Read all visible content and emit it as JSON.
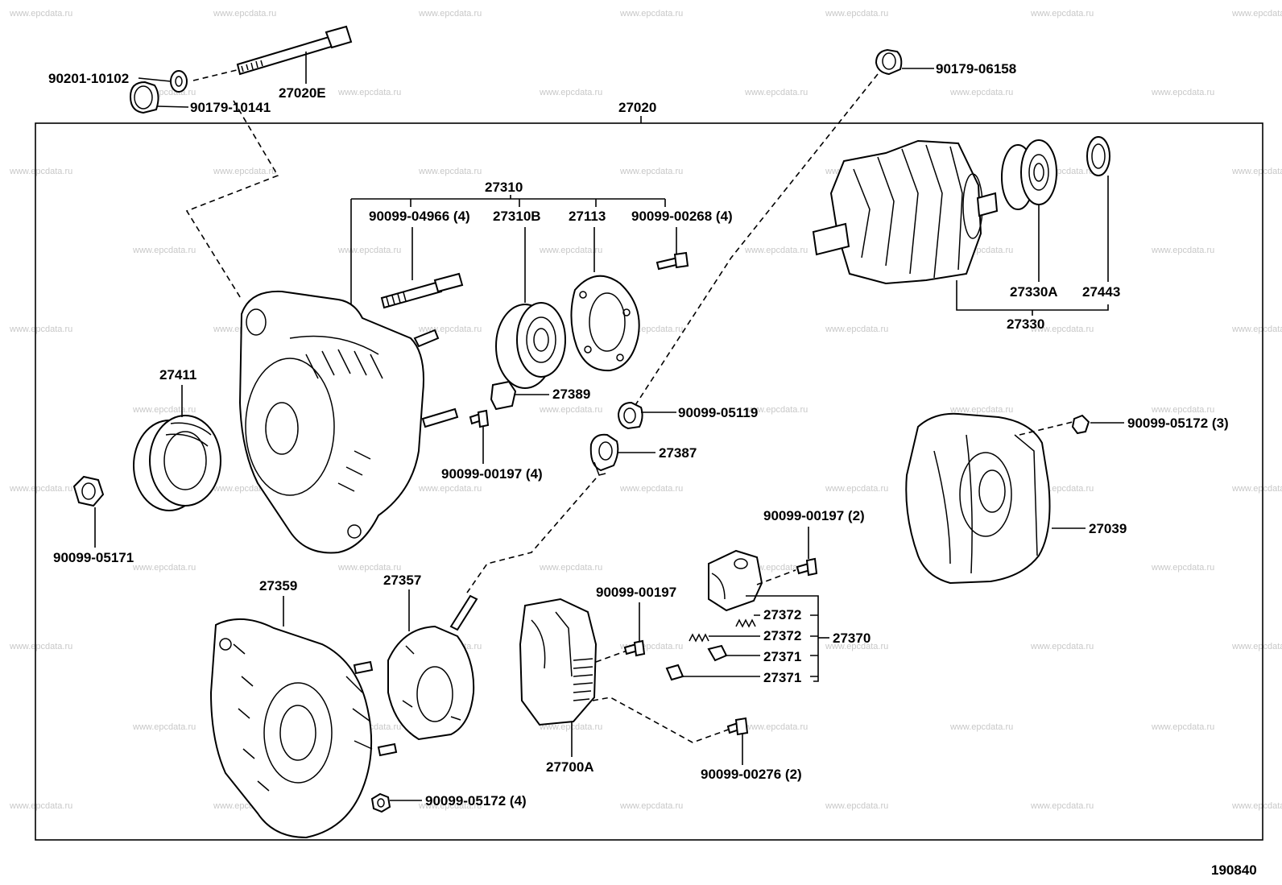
{
  "watermark": "www.epcdata.ru",
  "diagram_number": "190840",
  "labels": {
    "p90201_10102": "90201-10102",
    "p27020e": "27020E",
    "p90179_10141": "90179-10141",
    "p27020": "27020",
    "p90179_06158": "90179-06158",
    "p27310": "27310",
    "p90099_04966": "90099-04966 (4)",
    "p27310b": "27310B",
    "p27113": "27113",
    "p90099_00268": "90099-00268 (4)",
    "p27330a": "27330A",
    "p27443": "27443",
    "p27330": "27330",
    "p27411": "27411",
    "p27389": "27389",
    "p90099_05119": "90099-05119",
    "p90099_05172_3": "90099-05172 (3)",
    "p90099_00197_4": "90099-00197 (4)",
    "p27387": "27387",
    "p90099_05171": "90099-05171",
    "p27039": "27039",
    "p90099_00197_2": "90099-00197 (2)",
    "p27359": "27359",
    "p27357": "27357",
    "p90099_00197": "90099-00197",
    "p27372a": "27372",
    "p27372b": "27372",
    "p27370": "27370",
    "p27371a": "27371",
    "p27371b": "27371",
    "p27700a": "27700A",
    "p90099_00276": "90099-00276 (2)",
    "p90099_05172_4": "90099-05172 (4)"
  }
}
